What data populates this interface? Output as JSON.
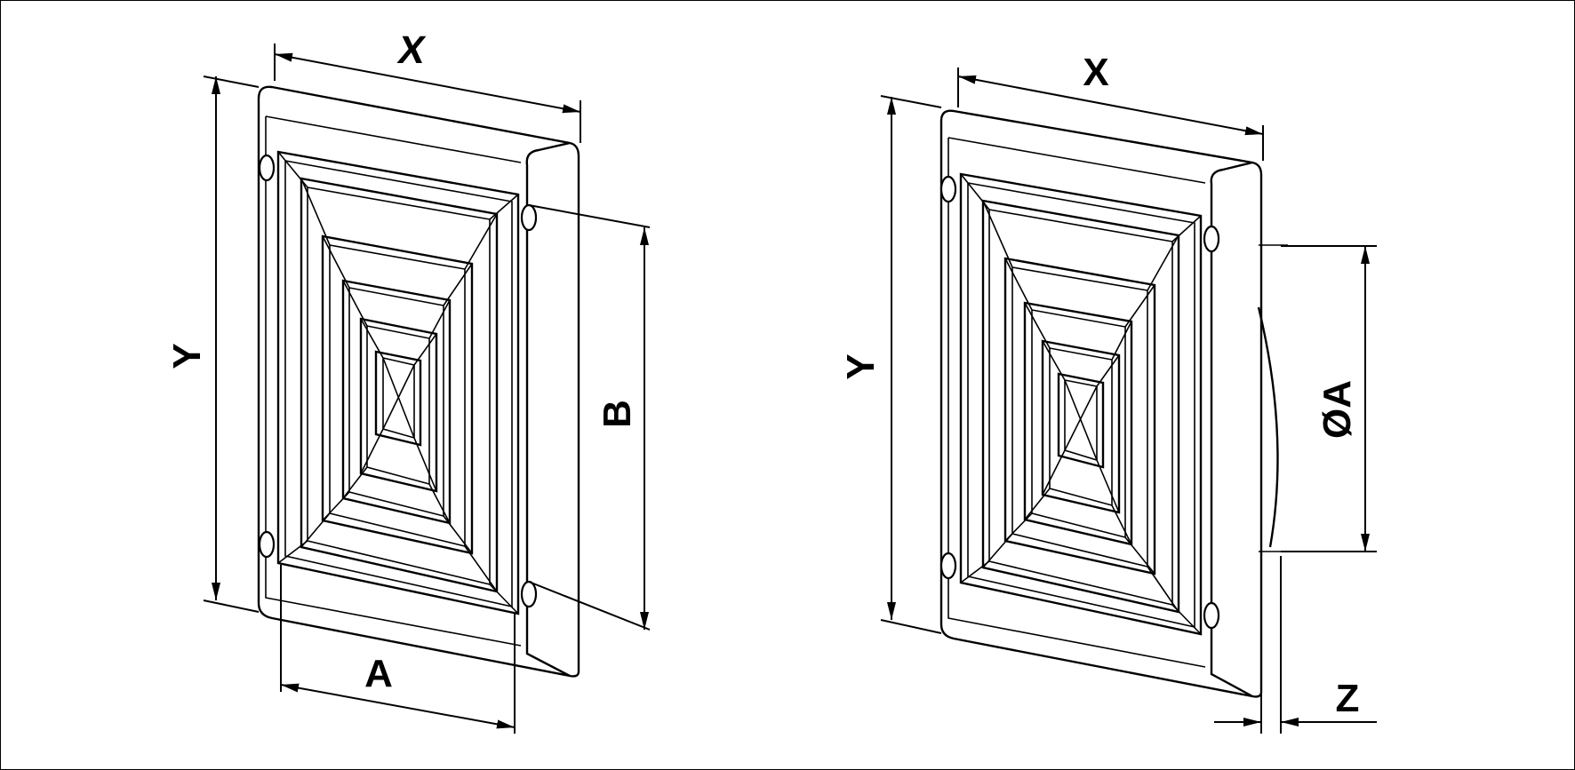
{
  "labels": {
    "left_x": "X",
    "left_y": "Y",
    "left_b": "B",
    "left_a": "A",
    "right_x": "X",
    "right_y": "Y",
    "right_diameter": "ØA",
    "right_z": "Z"
  }
}
